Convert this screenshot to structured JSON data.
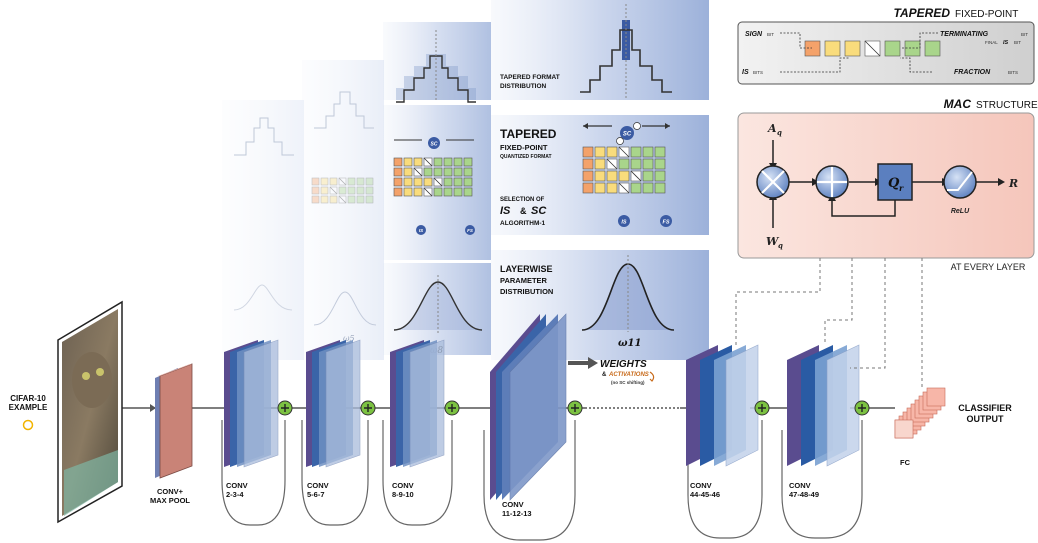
{
  "input": {
    "label_line1": "CIFAR-10",
    "label_line2": "EXAMPLE"
  },
  "stages": [
    {
      "line1": "CONV+",
      "line2": "MAX POOL"
    },
    {
      "line1": "CONV",
      "line2": "2-3-4"
    },
    {
      "line1": "CONV",
      "line2": "5-6-7"
    },
    {
      "line1": "CONV",
      "line2": "8-9-10"
    },
    {
      "line1": "CONV",
      "line2": "11-12-13"
    },
    {
      "line1": "CONV",
      "line2": "44-45-46"
    },
    {
      "line1": "CONV",
      "line2": "47-48-49"
    }
  ],
  "fc_label": "FC",
  "classifier": {
    "line1": "CLASSIFIER",
    "line2": "OUTPUT"
  },
  "panels": {
    "tapered_format_distribution": {
      "line1": "TAPERED FORMAT",
      "line2": "DISTRIBUTION"
    },
    "tapered_title": "TAPERED",
    "fixed_point": "FIXED-POINT",
    "quantized_format": "QUANTIZED FORMAT",
    "selection_of": "SELECTION OF",
    "is": "IS",
    "amp": "&",
    "sc": "SC",
    "algorithm": "ALGORITHM-1",
    "layerwise": {
      "line1": "LAYERWISE",
      "line2": "PARAMETER",
      "line3": "DISTRIBUTION"
    },
    "omega": [
      "ω5",
      "ω8",
      "ω11"
    ]
  },
  "weights_note": {
    "weights": "WEIGHTS",
    "amp": "&",
    "activations": "ACTIVATIONS",
    "no_sc": "(no SC shifting)"
  },
  "tapered_box": {
    "title_bold": "TAPERED",
    "title_rest": "FIXED-POINT",
    "sign": "SIGN",
    "sign_bit": "BIT",
    "terminating": "TERMINATING",
    "terminating_bit": "BIT",
    "final": "FINAL",
    "final_is": "IS",
    "final_bit": "BIT",
    "is": "IS",
    "is_bits": "BITS",
    "fraction": "FRACTION",
    "fraction_bits": "BITS"
  },
  "mac": {
    "title_bold": "MAC",
    "title_rest": "STRUCTURE",
    "aq": "A",
    "aq_sub": "q",
    "wq": "W",
    "wq_sub": "q",
    "qr": "Q",
    "qr_sub": "r",
    "relu": "ReLU",
    "r": "R",
    "caption": "AT EVERY LAYER"
  },
  "badges": {
    "sc": "SC",
    "is": "IS",
    "fs": "FS"
  },
  "colors": {
    "panel_blue": "#8fa6d4",
    "conv_blue": "#5f7fb8",
    "conv_purple": "#6b4a9e",
    "conv_pool": "#c98377",
    "plus_green": "#7cc242",
    "mac_pink": "#f8d6cd",
    "bit_orange": "#f4a26a",
    "bit_yellow": "#f9dc7c",
    "bit_green": "#a9d58b",
    "fc_pink": "#f7b6a8",
    "input_yellow": "#f2b400"
  }
}
